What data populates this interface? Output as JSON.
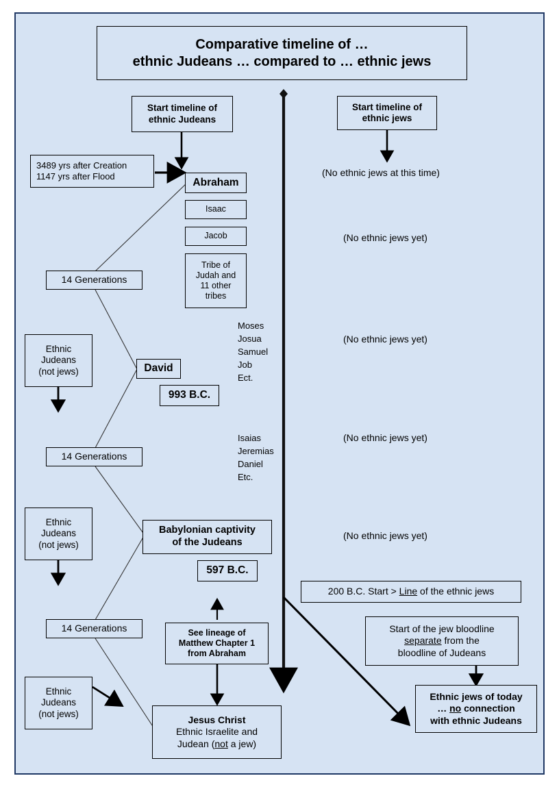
{
  "panel": {
    "background_color": "#d6e3f3",
    "border_color": "#1f3864"
  },
  "title": {
    "line1": "Comparative timeline of …",
    "line2": "ethnic Judeans … compared to … ethnic jews"
  },
  "left_column": {
    "start_box": {
      "line1": "Start timeline of",
      "line2": "ethnic Judeans"
    },
    "creation_box": {
      "line1": "3489 yrs after Creation",
      "line2": "1147 yrs after Flood"
    },
    "lineage": [
      {
        "label": "Abraham",
        "bold": true
      },
      {
        "label": "Isaac",
        "bold": false
      },
      {
        "label": "Jacob",
        "bold": false
      },
      {
        "label": "Tribe of\nJudah and\n11 other\ntribes",
        "bold": false
      }
    ],
    "generations": [
      {
        "label": "14 Generations"
      },
      {
        "label": "14 Generations"
      },
      {
        "label": "14 Generations"
      }
    ],
    "ethnic_judeans_notes": [
      {
        "line1": "Ethnic",
        "line2": "Judeans",
        "line3": "(not jews)"
      },
      {
        "line1": "Ethnic",
        "line2": "Judeans",
        "line3": "(not jews)"
      },
      {
        "line1": "Ethnic",
        "line2": "Judeans",
        "line3": "(not jews)"
      }
    ],
    "david": {
      "label": "David"
    },
    "david_date": {
      "label": "993 B.C."
    },
    "babylonian": {
      "line1": "Babylonian captivity",
      "line2": "of the Judeans"
    },
    "babylonian_date": {
      "label": "597 B.C."
    },
    "matthew": {
      "line1": "See lineage of",
      "line2": "Matthew Chapter 1",
      "line3": "from Abraham"
    },
    "jesus": {
      "line1": "Jesus Christ",
      "line2": "Ethnic Israelite and",
      "line3_pre": "Judean (",
      "line3_underline": "not",
      "line3_post": " a jew)"
    },
    "prophet_lists": [
      {
        "names": [
          "Moses",
          "Josua",
          "Samuel",
          "Job",
          "Ect."
        ]
      },
      {
        "names": [
          "Isaias",
          "Jeremias",
          "Daniel",
          "Etc."
        ]
      }
    ]
  },
  "right_column": {
    "start_box": {
      "line1": "Start timeline of",
      "line2": "ethnic jews"
    },
    "no_jews_first": "(No ethnic jews at this time)",
    "no_jews_notes": [
      "(No ethnic jews yet)",
      "(No ethnic jews yet)",
      "(No ethnic jews yet)",
      "(No ethnic jews yet)"
    ],
    "start_line_box": {
      "pre": "200 B.C.  Start > ",
      "underline": "Line",
      "post": " of the ethnic jews"
    },
    "bloodline_box": {
      "line1": "Start of the jew bloodline",
      "line2_underline": "separate",
      "line2_post": " from the",
      "line3": "bloodline of Judeans"
    },
    "today_box": {
      "line1": "Ethnic jews of today",
      "line2_pre": "… ",
      "line2_underline": "no",
      "line2_post": " connection",
      "line3": "with ethnic Judeans"
    }
  }
}
